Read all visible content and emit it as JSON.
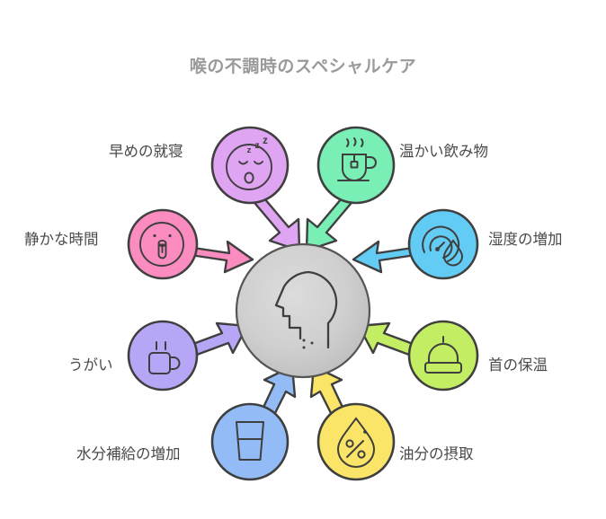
{
  "diagram": {
    "title": "喉の不調時のスペシャルケア",
    "title_color": "#9a9a9a",
    "background_color": "#ffffff",
    "type": "radial-hub-and-spoke",
    "center": {
      "icon": "head-profile-sore-throat-icon",
      "fill_from": "#d5d5d5",
      "fill_to": "#bdbdbd",
      "stroke": "#555555"
    },
    "nodes": [
      {
        "id": "early-bedtime",
        "label": "早めの就寝",
        "color": "#dfa4f2",
        "stroke": "#3f3f3f",
        "icon": "sleeping-face-zzz-icon",
        "label_side": "left",
        "arrow_direction": "down-right"
      },
      {
        "id": "warm-drinks",
        "label": "温かい飲み物",
        "color": "#79efb6",
        "stroke": "#3f3f3f",
        "icon": "tea-cup-steam-icon",
        "label_side": "right",
        "arrow_direction": "down-left"
      },
      {
        "id": "quiet-time",
        "label": "静かな時間",
        "color": "#fa8cc0",
        "stroke": "#3f3f3f",
        "icon": "shushing-face-icon",
        "label_side": "left",
        "arrow_direction": "right"
      },
      {
        "id": "humidity-increase",
        "label": "湿度の増加",
        "color": "#63ccf5",
        "stroke": "#3f3f3f",
        "icon": "humidity-gauge-droplet-icon",
        "label_side": "right",
        "arrow_direction": "left"
      },
      {
        "id": "gargling",
        "label": "うがい",
        "color": "#b7a6f5",
        "stroke": "#3f3f3f",
        "icon": "mug-steam-icon",
        "label_side": "left",
        "arrow_direction": "up-right"
      },
      {
        "id": "neck-warming",
        "label": "首の保温",
        "color": "#c3ee64",
        "stroke": "#3f3f3f",
        "icon": "beanie-hat-icon",
        "label_side": "right",
        "arrow_direction": "up-left"
      },
      {
        "id": "hydration-increase",
        "label": "水分補給の増加",
        "color": "#93bcf7",
        "stroke": "#3f3f3f",
        "icon": "water-glass-icon",
        "label_side": "left",
        "arrow_direction": "up-right"
      },
      {
        "id": "oil-intake",
        "label": "油分の摂取",
        "color": "#fbe568",
        "stroke": "#3f3f3f",
        "icon": "droplet-percent-icon",
        "label_side": "right",
        "arrow_direction": "up-left"
      }
    ]
  }
}
